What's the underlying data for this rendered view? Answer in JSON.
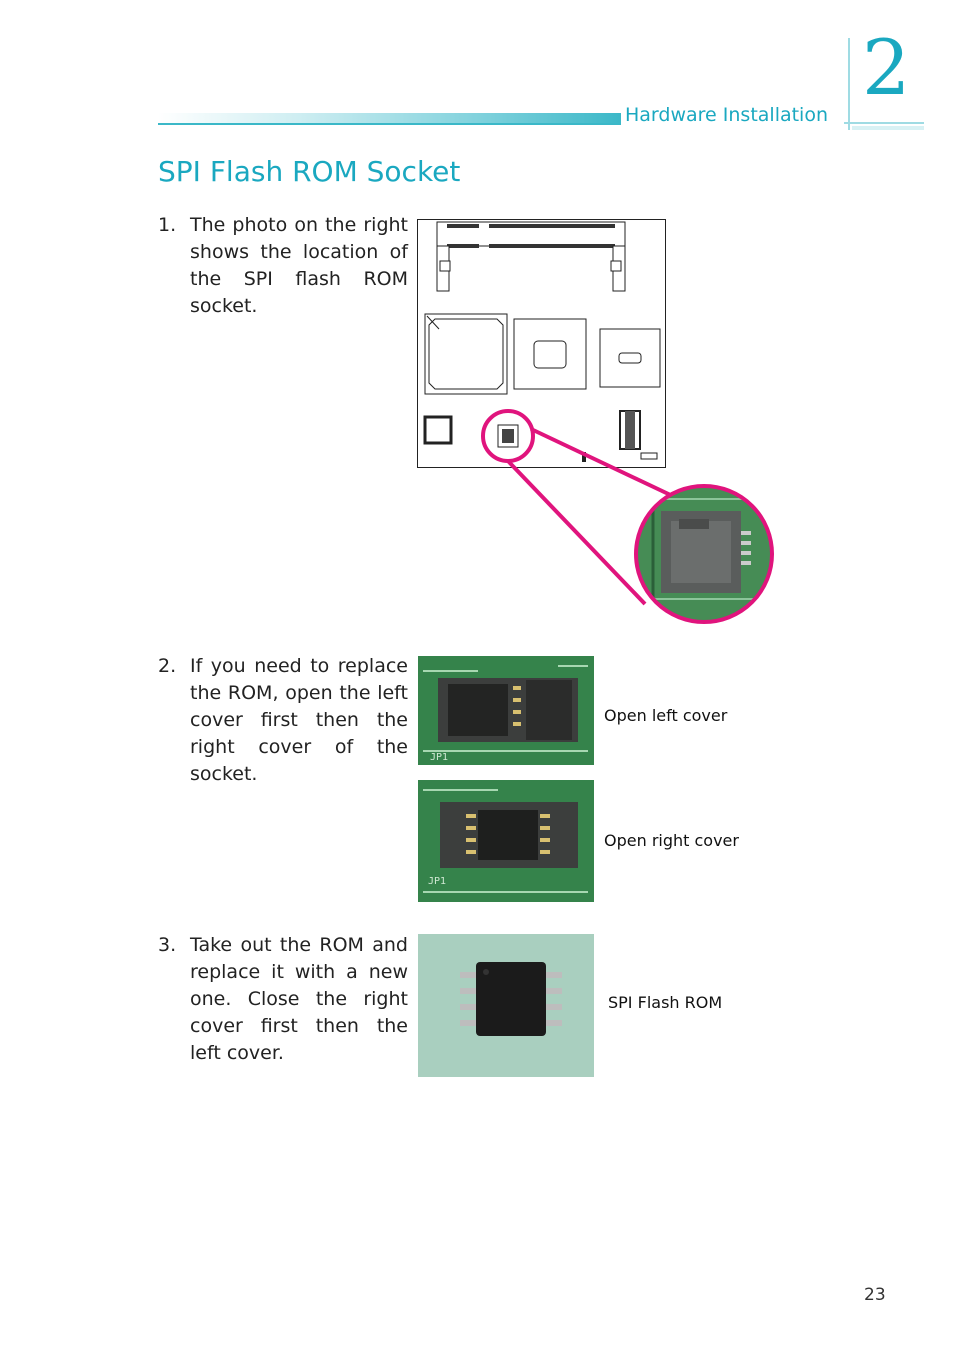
{
  "header": {
    "section_label": "Hardware Installation",
    "chapter_number": "2"
  },
  "title": "SPI Flash ROM Socket",
  "steps": [
    {
      "number": "1.",
      "text": "The photo on the right shows the location of the SPI flash ROM socket."
    },
    {
      "number": "2.",
      "text": "If you need to replace the ROM, open the left cover first then the right cover of the socket."
    },
    {
      "number": "3.",
      "text": "Take out the ROM and replace it with a new one. Close the right cover first then the left cover."
    }
  ],
  "captions": {
    "open_left": "Open left cover",
    "open_right": "Open right cover",
    "spi_rom": "SPI Flash ROM"
  },
  "colors": {
    "accent": "#1aa8c0",
    "highlight": "#e0147d",
    "pcb_green": "#2f7a45"
  },
  "page_number": "23"
}
